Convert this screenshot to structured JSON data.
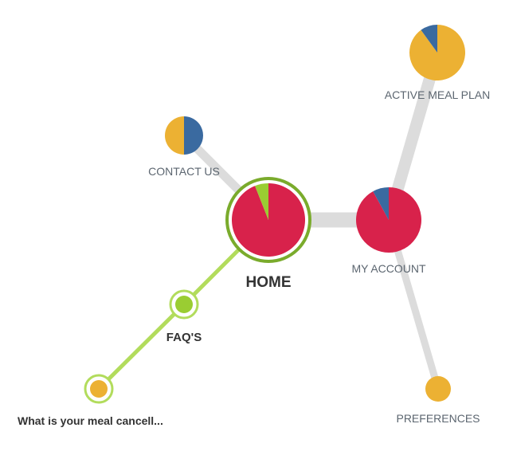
{
  "colors": {
    "edge": "#dcdcdc",
    "active_edge": "#b2dc5c",
    "home_ring": "#7aab2c",
    "faq_ring": "#b2dc5c",
    "red": "#d8224b",
    "green": "#9acd32",
    "blue": "#3a6aa0",
    "orange": "#ecb133"
  },
  "nodes": {
    "home": {
      "label": "HOME",
      "slices": [
        {
          "value": 0.94,
          "color": "red"
        },
        {
          "value": 0.06,
          "color": "green"
        }
      ]
    },
    "my_account": {
      "label": "MY ACCOUNT",
      "slices": [
        {
          "value": 0.92,
          "color": "red"
        },
        {
          "value": 0.08,
          "color": "blue"
        }
      ]
    },
    "contact_us": {
      "label": "CONTACT US",
      "slices": [
        {
          "value": 0.5,
          "color": "blue"
        },
        {
          "value": 0.5,
          "color": "orange"
        }
      ]
    },
    "active_meal_plan": {
      "label": "ACTIVE MEAL PLAN",
      "slices": [
        {
          "value": 0.9,
          "color": "orange"
        },
        {
          "value": 0.1,
          "color": "blue"
        }
      ]
    },
    "preferences": {
      "label": "PREFERENCES",
      "slices": [
        {
          "value": 1.0,
          "color": "orange"
        }
      ]
    },
    "faqs": {
      "label": "FAQ'S",
      "slices": [
        {
          "value": 1.0,
          "color": "green"
        }
      ]
    },
    "question": {
      "label": "What is your meal cancell...",
      "slices": [
        {
          "value": 1.0,
          "color": "orange"
        }
      ]
    }
  }
}
